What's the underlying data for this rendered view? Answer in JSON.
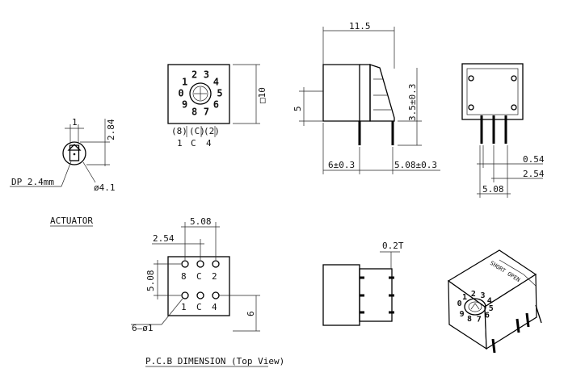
{
  "actuator": {
    "dim_width_top": "1",
    "dim_height": "2.84",
    "dp_label": "DP 2.4mm",
    "dia_label": "ø4.1",
    "caption": "ACTUATOR"
  },
  "top_view": {
    "dial_digits": [
      "0",
      "1",
      "2",
      "3",
      "4",
      "5",
      "6",
      "7",
      "8",
      "9"
    ],
    "size_label": "□10",
    "pin_paren_labels": [
      "(8)",
      "(C)",
      "(2)"
    ],
    "pin_labels": [
      "1",
      "C",
      "4"
    ]
  },
  "side_view": {
    "width_label": "11.5",
    "height_label": "5",
    "pin_height_label": "3.5±0.3",
    "offset_left_label": "6±0.3",
    "offset_right_label": "5.08±0.3"
  },
  "rear_view": {
    "pin_width_label": "0.54",
    "pitch_small_label": "2.54",
    "pitch_label": "5.08"
  },
  "pcb": {
    "top_pitch_label": "5.08",
    "left_pitch_label": "2.54",
    "vertical_pitch_label": "5.08",
    "row_top_labels": [
      "8",
      "C",
      "2"
    ],
    "row_bottom_labels": [
      "1",
      "C",
      "4"
    ],
    "hole_label": "6–ø1",
    "right_label": "6",
    "caption": "P.C.B DIMENSION (Top View)"
  },
  "bottom_side": {
    "thickness_label": "0.2T"
  },
  "iso_view": {
    "label_text": "SHORT OPEN",
    "dial_digits": [
      "0",
      "1",
      "2",
      "3",
      "4",
      "5",
      "6",
      "7",
      "8",
      "9"
    ]
  }
}
